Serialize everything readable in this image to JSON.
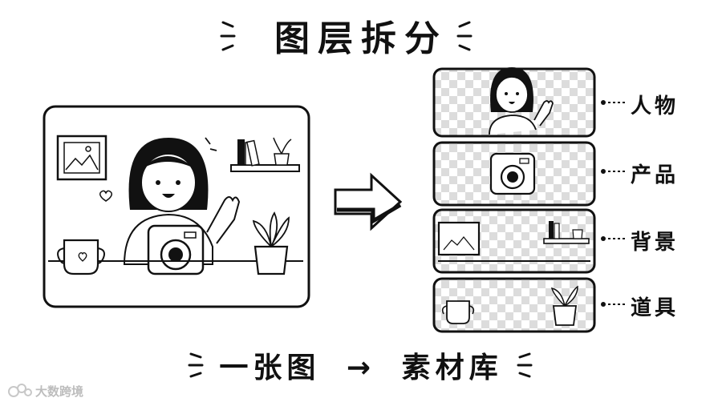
{
  "title": "图层拆分",
  "caption": {
    "left": "一张图",
    "arrow": "→",
    "right": "素材库"
  },
  "layers": [
    {
      "label": "人物"
    },
    {
      "label": "产品"
    },
    {
      "label": "背景"
    },
    {
      "label": "道具"
    }
  ],
  "watermark": "大数跨境",
  "colors": {
    "ink": "#111111",
    "checker": "#d9d9d9",
    "bg": "#ffffff"
  }
}
